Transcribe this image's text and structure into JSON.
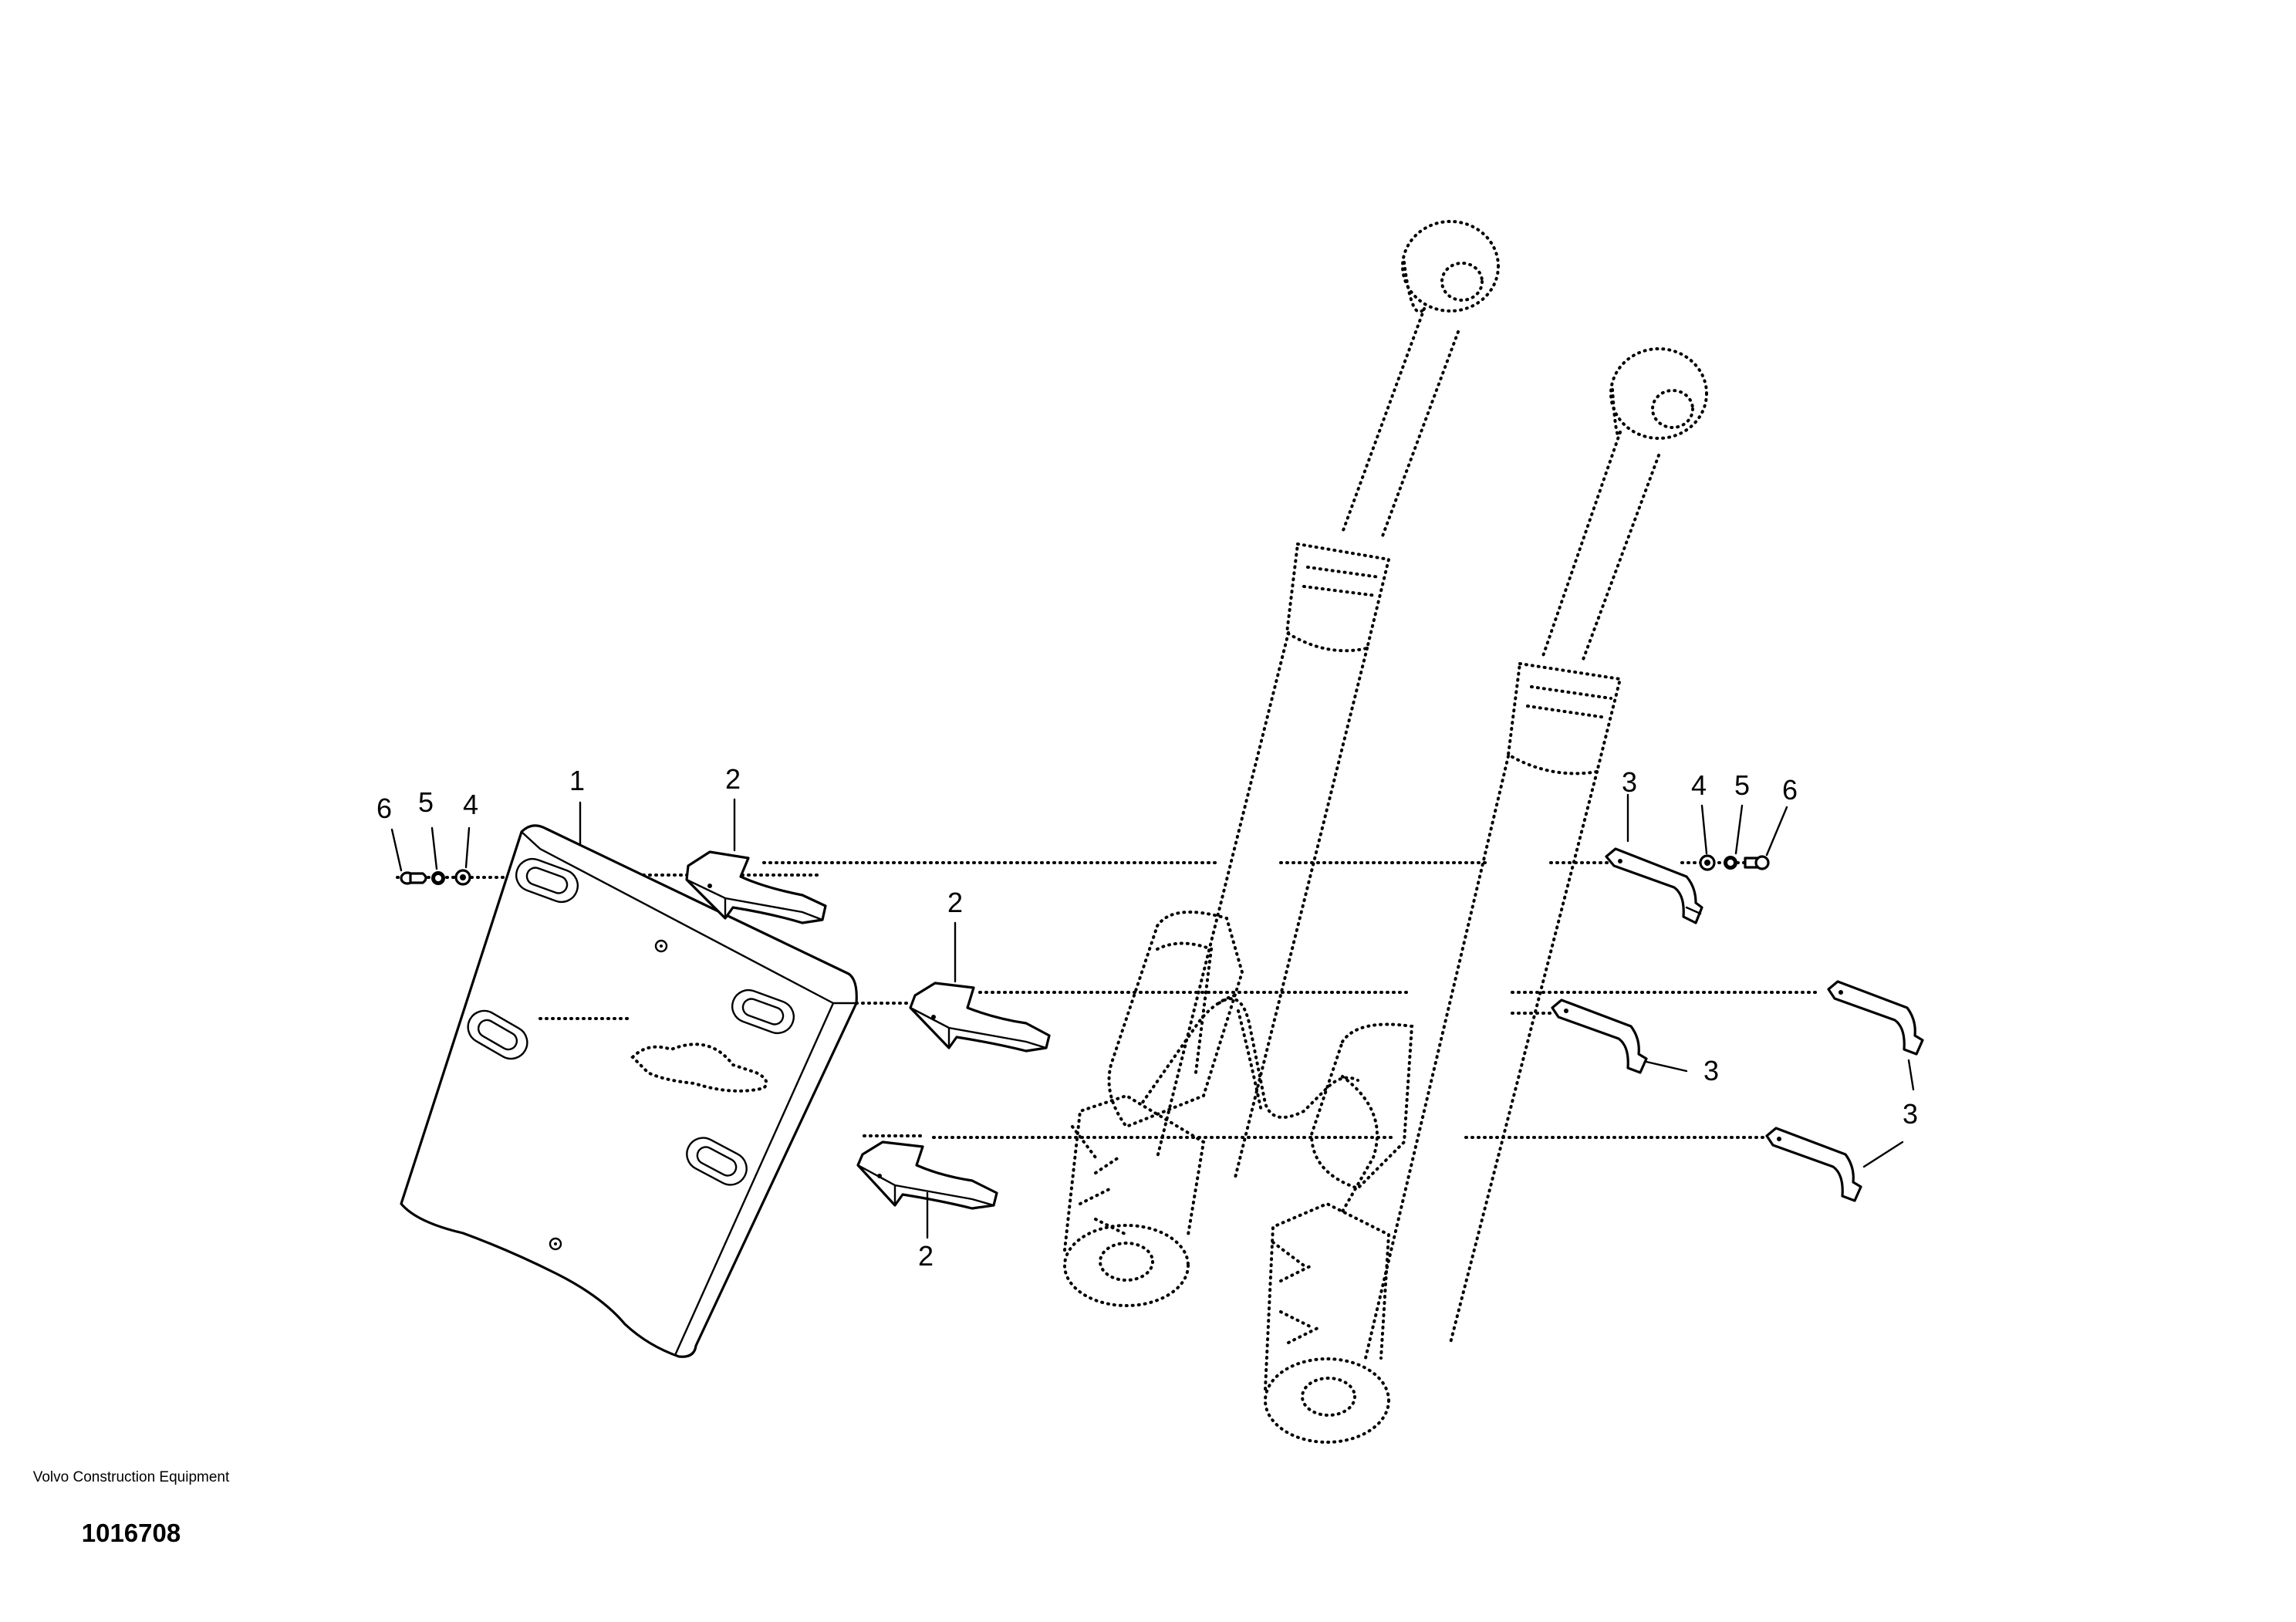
{
  "diagram": {
    "callouts": [
      {
        "label": "1",
        "part": "guard-plate"
      },
      {
        "label": "2",
        "part": "upper-bracket"
      },
      {
        "label": "2",
        "part": "middle-bracket"
      },
      {
        "label": "2",
        "part": "lower-bracket"
      },
      {
        "label": "3",
        "part": "right-upper-clamp"
      },
      {
        "label": "3",
        "part": "right-middle-clamp"
      },
      {
        "label": "3",
        "part": "right-lower-clamps"
      },
      {
        "label": "4",
        "part": "left-washer"
      },
      {
        "label": "5",
        "part": "left-nut"
      },
      {
        "label": "6",
        "part": "left-screw"
      },
      {
        "label": "4",
        "part": "right-washer"
      },
      {
        "label": "5",
        "part": "right-nut"
      },
      {
        "label": "6",
        "part": "right-screw"
      }
    ]
  },
  "caption": {
    "company": "Volvo Construction Equipment",
    "drawing_number": "1016708"
  }
}
